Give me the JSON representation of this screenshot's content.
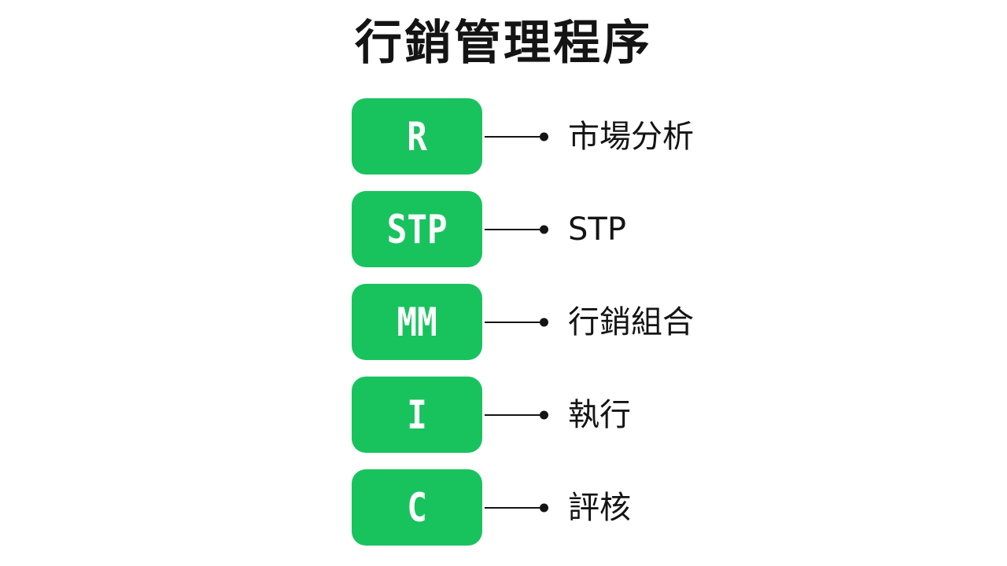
{
  "title": "行銷管理程序",
  "colors": {
    "box_green": "#18C35E",
    "box_text": "#ffffff",
    "ink": "#141414",
    "background": "#ffffff"
  },
  "steps": [
    {
      "abbr": "R",
      "label": "市場分析"
    },
    {
      "abbr": "STP",
      "label": "STP"
    },
    {
      "abbr": "MM",
      "label": "行銷組合"
    },
    {
      "abbr": "I",
      "label": "執行"
    },
    {
      "abbr": "C",
      "label": "評核"
    }
  ]
}
